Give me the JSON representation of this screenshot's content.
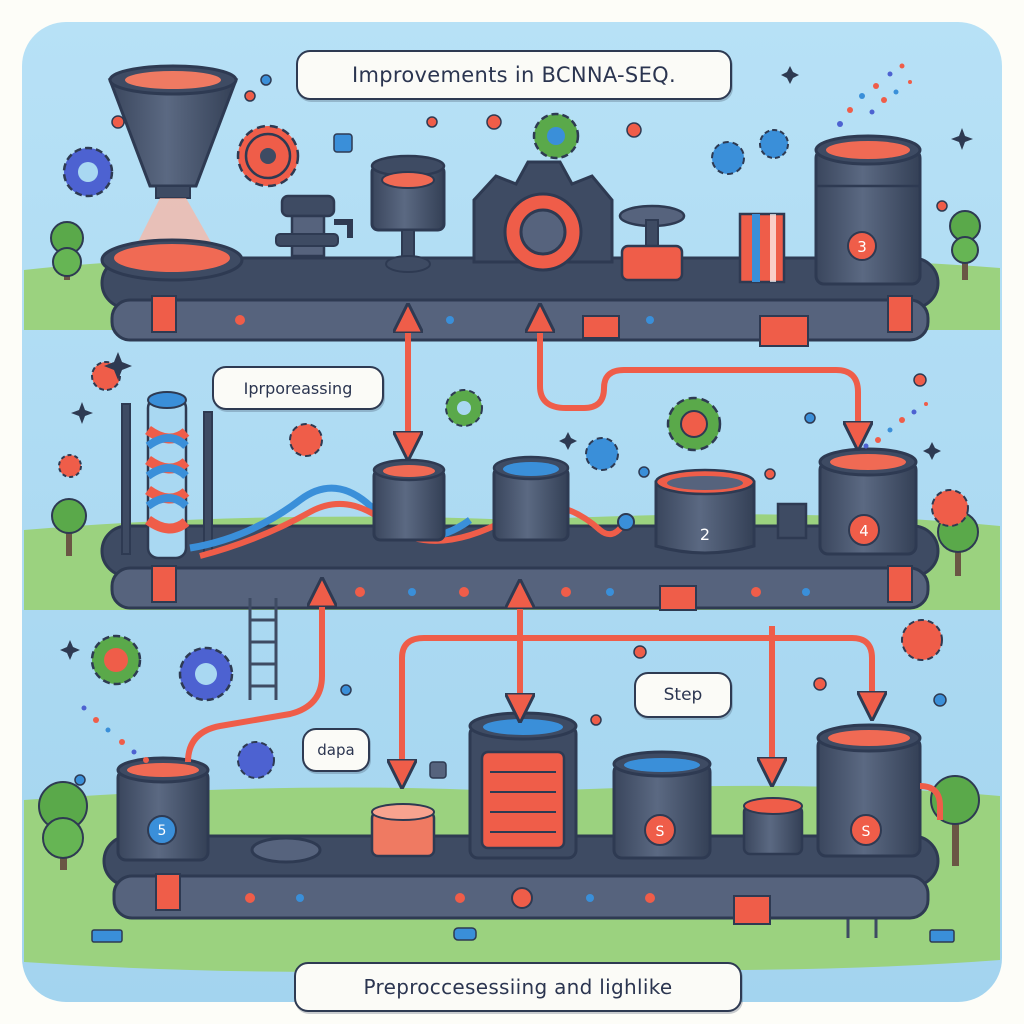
{
  "title": "Improvements in BCNNA-SEQ.",
  "labels": {
    "preprocessing": "Iprporeassing",
    "step": "Step",
    "dapa": "dapa",
    "bottom": "Preproccesessiing and lighlike"
  },
  "stage_numbers": {
    "top_right_tank": "3",
    "middle_drum": "2",
    "middle_right_tank": "4",
    "bottom_left_tank": "5",
    "bottom_mid_tank": "S",
    "bottom_right_tank": "S"
  },
  "colors": {
    "background": "#a9d8f2",
    "grass": "#93cf78",
    "machine_dark": "#3e4b63",
    "machine_mid": "#56637d",
    "accent_red": "#ef5d49",
    "accent_blue": "#3a8fd9",
    "outline": "#2e3a52"
  }
}
